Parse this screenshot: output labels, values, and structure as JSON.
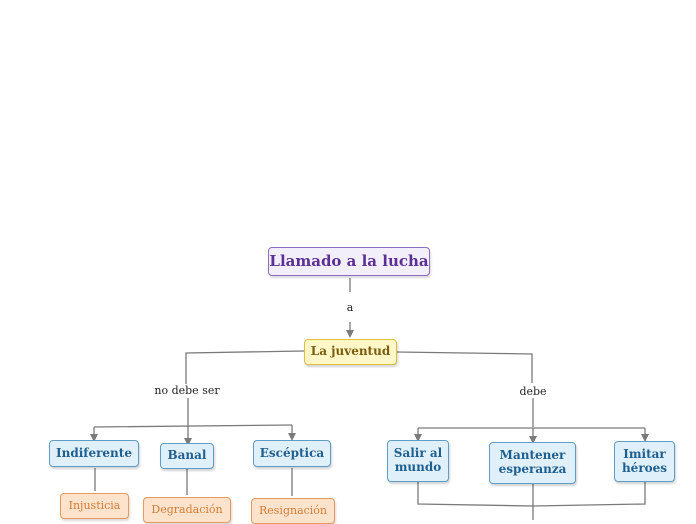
{
  "map": {
    "root": "Llamado a la lucha",
    "root_link": "a",
    "focus": "La juventud",
    "left_link": "no debe ser",
    "right_link": "debe",
    "left_children": [
      "Indiferente",
      "Banal",
      "Escéptica"
    ],
    "left_grandchildren": [
      "Injusticia",
      "Degradación",
      "Resignación"
    ],
    "right_children": [
      {
        "line1": "Salir al",
        "line2": "mundo"
      },
      {
        "line1": "Mantener",
        "line2": "esperanza"
      },
      {
        "line1": "Imitar",
        "line2": "héroes"
      }
    ]
  },
  "colors": {
    "connector": "#7a7a7a",
    "root_border": "#8b6cc0",
    "focus_fill": "#fff7c7",
    "child_fill": "#e0f0fa",
    "leaf_fill": "#fde3cc"
  }
}
